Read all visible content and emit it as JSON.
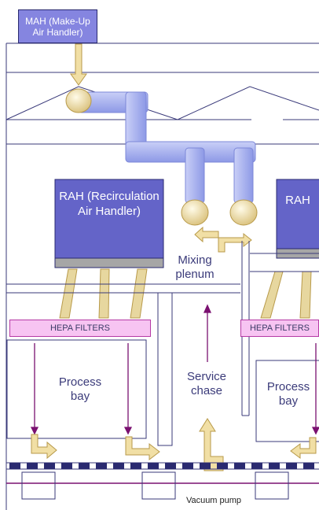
{
  "mah_label": "MAH (Make-Up Air Handler)",
  "rah_left_label": "RAH (Recirculation Air Handler)",
  "rah_right_label": "RAH",
  "mixing_label": "Mixing plenum",
  "hepa_left_label": "HEPA FILTERS",
  "hepa_right_label": "HEPA FILTERS",
  "process_left_label": "Process bay",
  "process_right_label": "Process bay",
  "service_label": "Service chase",
  "vacuum_label": "Vacuum pump",
  "colors": {
    "handler": "#6464c8",
    "handler_light": "#8585e0",
    "duct": "#9aa6ee",
    "fan": "#f1dfa5",
    "hepa_fill": "#f7c4f2",
    "arrow_purple": "#7a1070",
    "line": "#3a3a7a"
  }
}
